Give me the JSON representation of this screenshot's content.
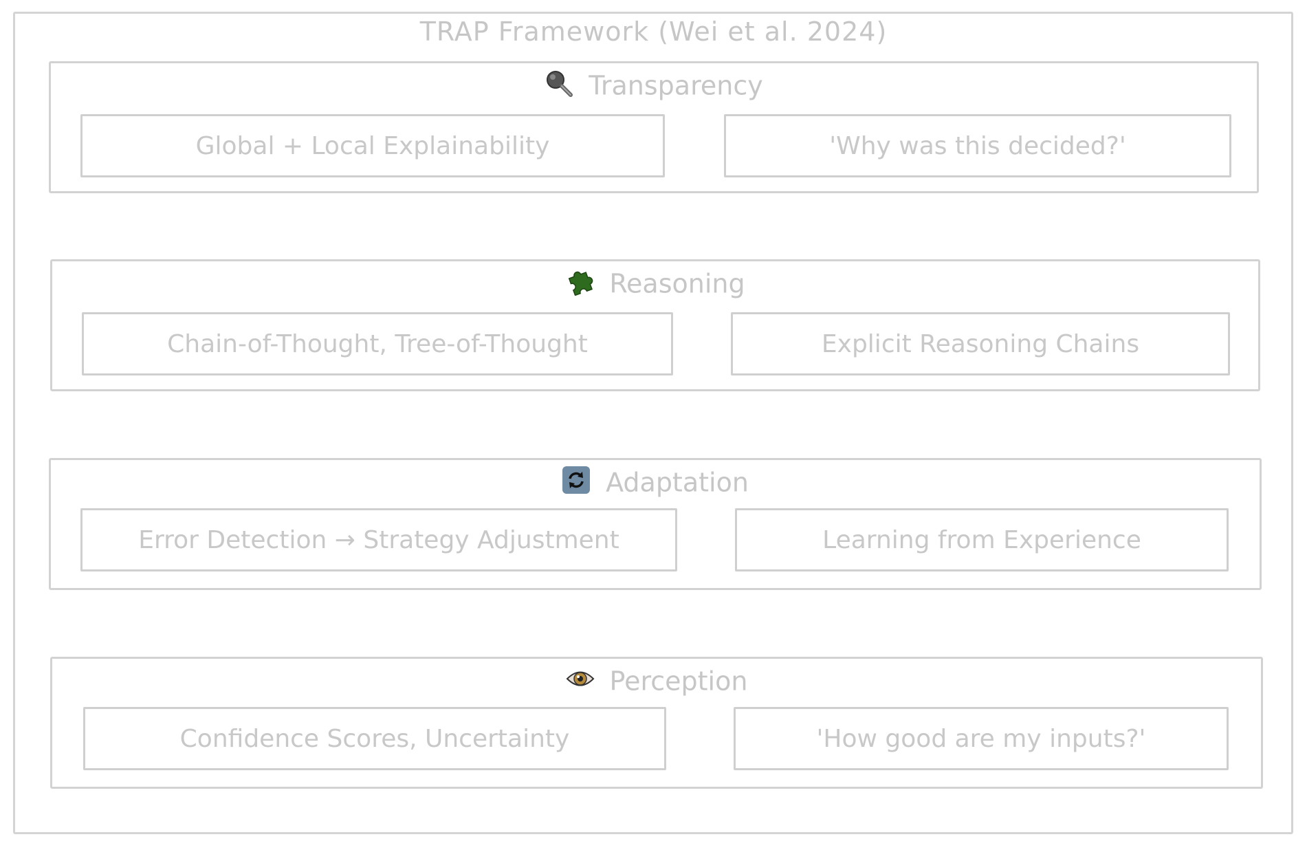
{
  "title": "TRAP Framework (Wei et al. 2024)",
  "layers": [
    {
      "label": "Transparency",
      "icon": "magnifier-icon",
      "left_box": "Global + Local Explainability",
      "right_box": "'Why was this decided?'"
    },
    {
      "label": "Reasoning",
      "icon": "puzzle-icon",
      "left_box": "Chain-of-Thought, Tree-of-Thought",
      "right_box": "Explicit Reasoning Chains"
    },
    {
      "label": "Adaptation",
      "icon": "refresh-icon",
      "left_box": "Error Detection → Strategy Adjustment",
      "right_box": "Learning from Experience"
    },
    {
      "label": "Perception",
      "icon": "eye-icon",
      "left_box": "Confidence Scores, Uncertainty",
      "right_box": "'How good are my inputs?'"
    }
  ],
  "colors": {
    "stroke": "#d2d2d2",
    "text": "#c6c6c6",
    "puzzle_icon": "#2e6b1f",
    "refresh_icon_bg": "#6f8aa3"
  }
}
